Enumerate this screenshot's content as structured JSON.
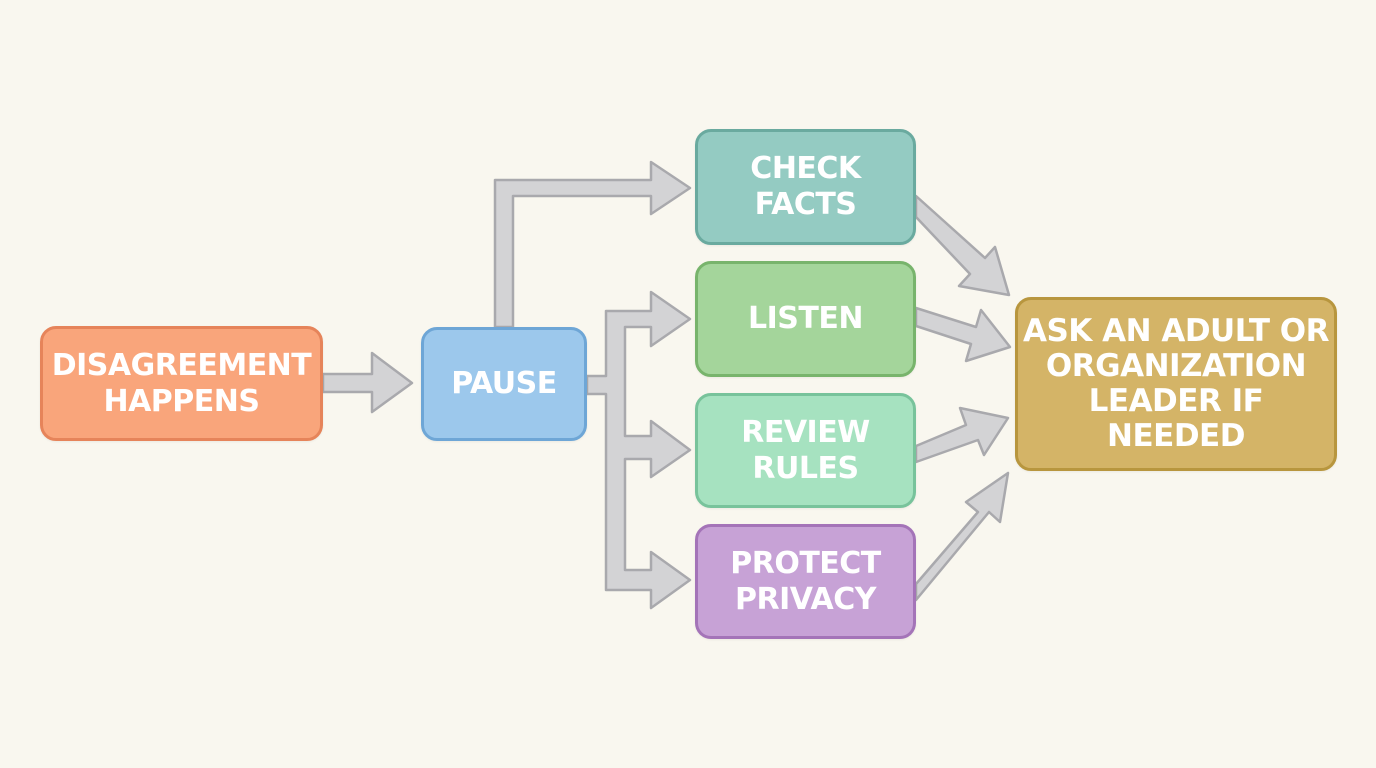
{
  "nodes": {
    "disagreement": {
      "line1": "DISAGREEMENT",
      "line2": "HAPPENS"
    },
    "pause": {
      "line1": "PAUSE"
    },
    "check_facts": {
      "line1": "CHECK",
      "line2": "FACTS"
    },
    "listen": {
      "line1": "LISTEN"
    },
    "review_rules": {
      "line1": "REVIEW",
      "line2": "RULES"
    },
    "protect_privacy": {
      "line1": "PROTECT",
      "line2": "PRIVACY"
    },
    "ask_adult": {
      "line1": "ASK AN ADULT OR",
      "line2": "ORGANIZATION",
      "line3": "LEADER IF NEEDED"
    }
  },
  "colors": {
    "background": "#f9f7ef",
    "arrow_fill": "#d3d3d5",
    "arrow_stroke": "#a9a9ad",
    "disagreement": "#f9a57b",
    "pause": "#9cc8ec",
    "check_facts": "#94cbc2",
    "listen": "#a4d59b",
    "review_rules": "#a6e2c0",
    "protect_privacy": "#c7a2d6",
    "ask_adult": "#d4b467"
  }
}
